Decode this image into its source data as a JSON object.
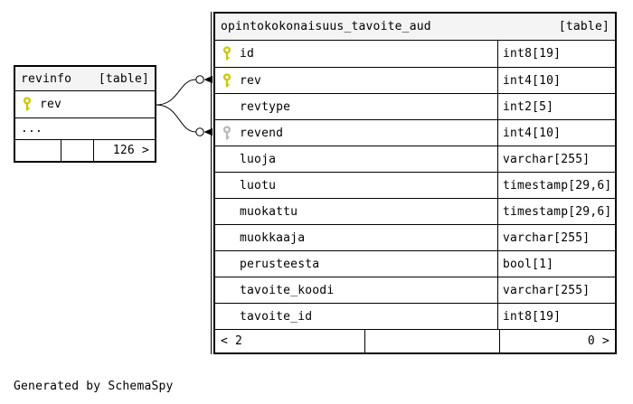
{
  "page": {
    "caption": "Generated by SchemaSpy"
  },
  "colors": {
    "primary_key": "#c9c900",
    "null_key": "#b8b8b8",
    "header_bg": "#f4f4f4",
    "border": "#000000"
  },
  "tables": {
    "aud": {
      "name": "opintokokonaisuus_tavoite_aud",
      "badge": "[table]",
      "columns": [
        {
          "name": "id",
          "type": "int8[19]",
          "key": "primary"
        },
        {
          "name": "rev",
          "type": "int4[10]",
          "key": "primary"
        },
        {
          "name": "revtype",
          "type": "int2[5]",
          "key": "none"
        },
        {
          "name": "revend",
          "type": "int4[10]",
          "key": "null"
        },
        {
          "name": "luoja",
          "type": "varchar[255]",
          "key": "none"
        },
        {
          "name": "luotu",
          "type": "timestamp[29,6]",
          "key": "none"
        },
        {
          "name": "muokattu",
          "type": "timestamp[29,6]",
          "key": "none"
        },
        {
          "name": "muokkaaja",
          "type": "varchar[255]",
          "key": "none"
        },
        {
          "name": "perusteesta",
          "type": "bool[1]",
          "key": "none"
        },
        {
          "name": "tavoite_koodi",
          "type": "varchar[255]",
          "key": "none"
        },
        {
          "name": "tavoite_id",
          "type": "int8[19]",
          "key": "none"
        }
      ],
      "footer": {
        "left": "< 2",
        "middle": "",
        "right": "0 >"
      }
    },
    "revinfo": {
      "name": "revinfo",
      "badge": "[table]",
      "columns": [
        {
          "name": "rev",
          "key": "primary"
        }
      ],
      "more_indicator": "...",
      "footer": {
        "left": "",
        "middle": "",
        "right": "126 >"
      }
    }
  },
  "relationships": [
    {
      "from": "revinfo.rev",
      "to": "opintokokonaisuus_tavoite_aud.rev"
    },
    {
      "from": "revinfo.rev",
      "to": "opintokokonaisuus_tavoite_aud.revend"
    }
  ]
}
